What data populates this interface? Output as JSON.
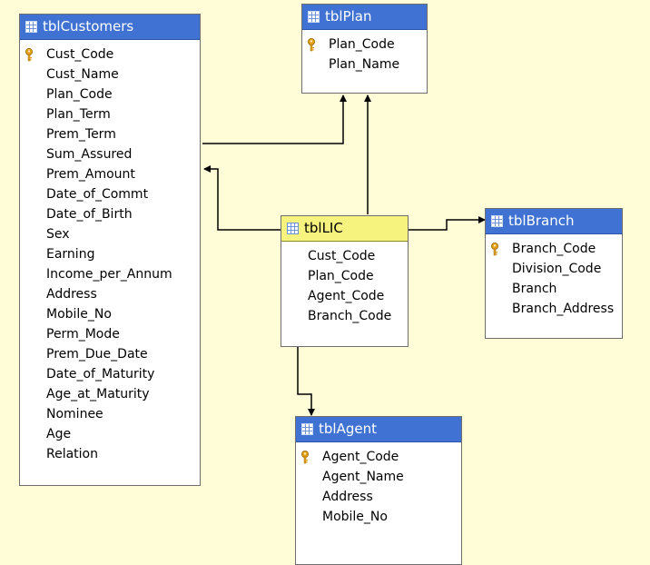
{
  "tables": {
    "customers": {
      "title": "tblCustomers",
      "fields": [
        {
          "name": "Cust_Code",
          "key": true
        },
        {
          "name": "Cust_Name"
        },
        {
          "name": "Plan_Code"
        },
        {
          "name": "Plan_Term"
        },
        {
          "name": "Prem_Term"
        },
        {
          "name": "Sum_Assured"
        },
        {
          "name": "Prem_Amount"
        },
        {
          "name": "Date_of_Commt"
        },
        {
          "name": "Date_of_Birth"
        },
        {
          "name": "Sex"
        },
        {
          "name": "Earning"
        },
        {
          "name": "Income_per_Annum"
        },
        {
          "name": "Address"
        },
        {
          "name": "Mobile_No"
        },
        {
          "name": "Perm_Mode"
        },
        {
          "name": "Prem_Due_Date"
        },
        {
          "name": "Date_of_Maturity"
        },
        {
          "name": "Age_at_Maturity"
        },
        {
          "name": "Nominee"
        },
        {
          "name": "Age"
        },
        {
          "name": "Relation"
        }
      ]
    },
    "plan": {
      "title": "tblPlan",
      "fields": [
        {
          "name": "Plan_Code",
          "key": true
        },
        {
          "name": "Plan_Name"
        }
      ]
    },
    "lic": {
      "title": "tblLIC",
      "fields": [
        {
          "name": "Cust_Code"
        },
        {
          "name": "Plan_Code"
        },
        {
          "name": "Agent_Code"
        },
        {
          "name": "Branch_Code"
        }
      ]
    },
    "branch": {
      "title": "tblBranch",
      "fields": [
        {
          "name": "Branch_Code",
          "key": true
        },
        {
          "name": "Division_Code"
        },
        {
          "name": "Branch"
        },
        {
          "name": "Branch_Address"
        }
      ]
    },
    "agent": {
      "title": "tblAgent",
      "fields": [
        {
          "name": "Agent_Code",
          "key": true
        },
        {
          "name": "Agent_Name"
        },
        {
          "name": "Address"
        },
        {
          "name": "Mobile_No"
        }
      ]
    }
  },
  "colors": {
    "canvas": "#fffdd8",
    "header": "#3f72d2",
    "selected_header": "#f7f37f",
    "key": "#e4a21c",
    "connector": "#000000"
  },
  "relationships": [
    {
      "from": "customers",
      "to": "plan"
    },
    {
      "from": "lic",
      "to": "plan"
    },
    {
      "from": "lic",
      "to": "customers"
    },
    {
      "from": "lic",
      "to": "branch"
    },
    {
      "from": "lic",
      "to": "agent"
    }
  ]
}
